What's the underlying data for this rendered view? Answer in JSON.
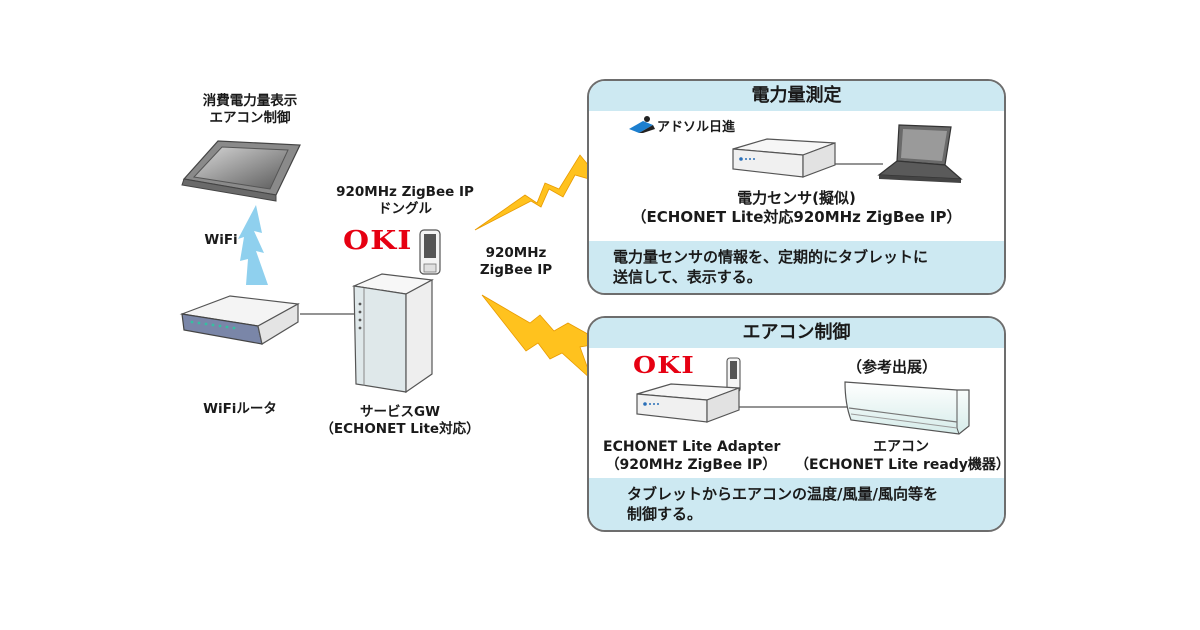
{
  "tablet": {
    "label_line1": "消費電力量表示",
    "label_line2": "エアコン制御"
  },
  "wifi": {
    "label": "WiFi"
  },
  "router": {
    "label": "WiFiルータ"
  },
  "dongle": {
    "label_line1": "920MHz ZigBee IP",
    "label_line2": "ドングル",
    "brand": "OKI"
  },
  "gateway": {
    "label_line1": "サービスGW",
    "label_line2": "（ECHONET Lite対応）"
  },
  "link": {
    "label_line1": "920MHz",
    "label_line2": "ZigBee IP"
  },
  "colors": {
    "panel_fill": "#cde9f2",
    "oki_red": "#e60012",
    "bolt": "#ffc21e",
    "wifi_bolt": "#8fd0ee"
  },
  "power_panel": {
    "title": "電力量測定",
    "partner": "アドソル日進",
    "device_line1": "電力センサ(擬似)",
    "device_line2": "（ECHONET Lite対応920MHz ZigBee IP）",
    "desc_line1": "電力量センサの情報を、定期的にタブレットに",
    "desc_line2": "送信して、表示する。"
  },
  "aircon_panel": {
    "title": "エアコン制御",
    "brand": "OKI",
    "note": "（参考出展）",
    "adapter_line1": "ECHONET Lite Adapter",
    "adapter_line2": "（920MHz ZigBee IP）",
    "aircon_line1": "エアコン",
    "aircon_line2": "（ECHONET Lite ready機器）",
    "desc_line1": "タブレットからエアコンの温度/風量/風向等を",
    "desc_line2": "制御する。"
  }
}
